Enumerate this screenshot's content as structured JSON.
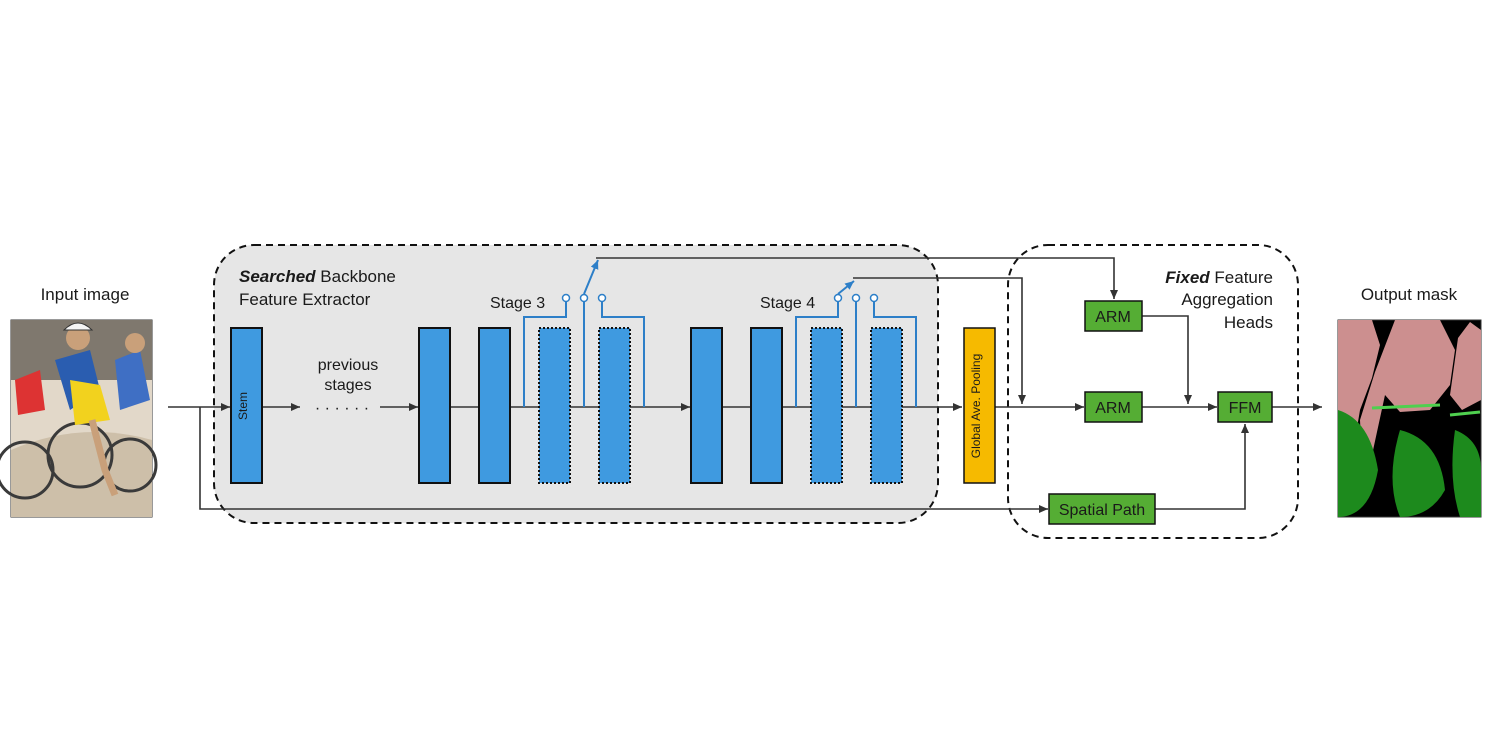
{
  "input_label": "Input image",
  "output_label": "Output mask",
  "backbone_title_bold": "Searched",
  "backbone_title_rest": " Backbone",
  "backbone_title_line2": "Feature Extractor",
  "heads_title_bold": "Fixed",
  "heads_title_rest": " Feature",
  "heads_title_line2": "Aggregation",
  "heads_title_line3": "Heads",
  "stem_label": "Stem",
  "previous_stages_line1": "previous",
  "previous_stages_line2": "stages",
  "dots": "· · · · · ·",
  "stage3_label": "Stage 3",
  "stage4_label": "Stage 4",
  "gap_label": "Global Ave. Pooling",
  "arm_top_label": "ARM",
  "arm_mid_label": "ARM",
  "ffm_label": "FFM",
  "spatial_path_label": "Spatial Path",
  "colors": {
    "block_blue": "#3f9ae0",
    "head_green": "#55ad34",
    "pooling_orange": "#f6ba00",
    "switch_blue": "#2d7fc8",
    "panel_gray": "#e6e6e6",
    "mask_pink": "#cc8f8f",
    "mask_green": "#1d8a1d"
  }
}
